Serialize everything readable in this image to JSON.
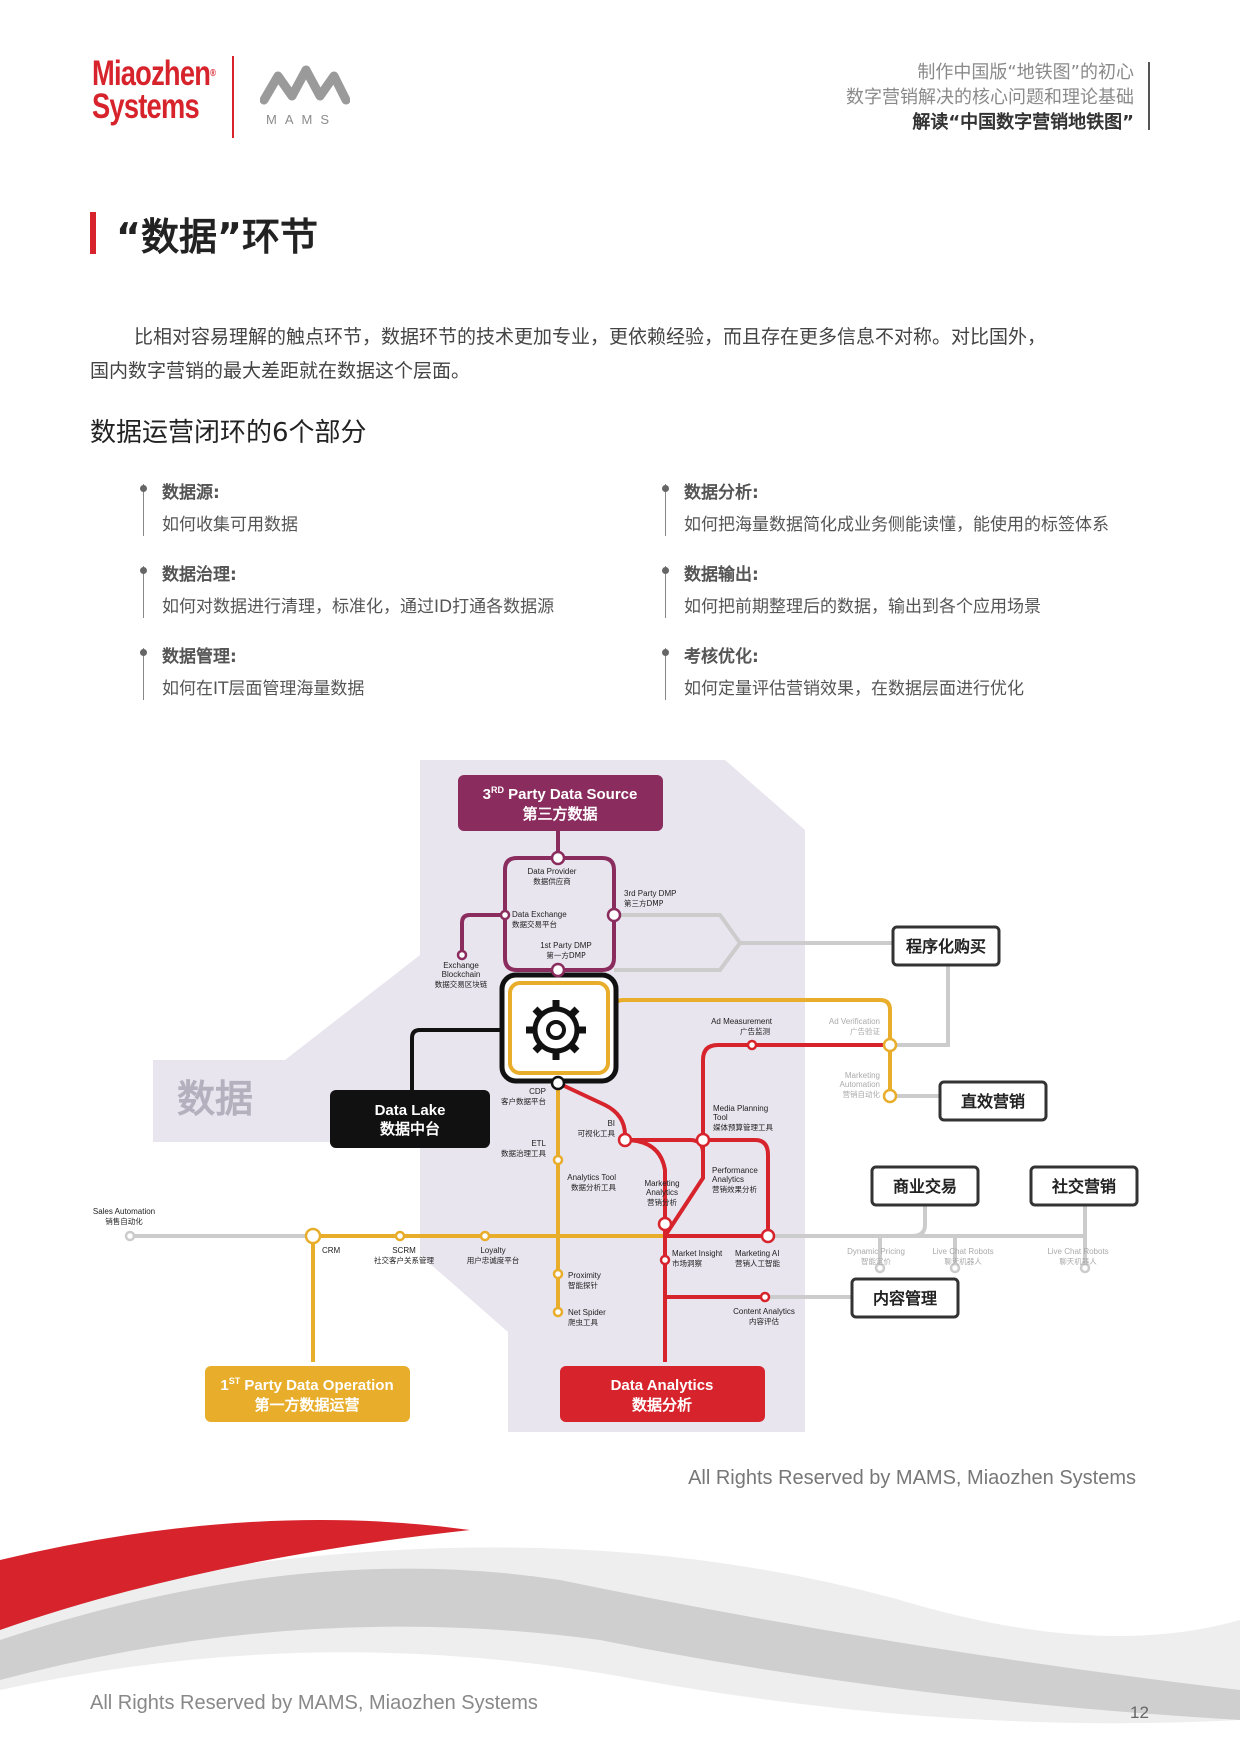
{
  "brand": {
    "logo_line1": "Miaozhen",
    "logo_line2": "Systems",
    "mams": "MAMS",
    "colors": {
      "red": "#d7232c",
      "purple": "#8b2c5f",
      "yellow": "#e8ad2a",
      "grey": "#c8c8c8",
      "lavender": "#e8e5ee"
    }
  },
  "header": {
    "line1": "制作中国版“地铁图”的初心",
    "line2": "数字营销解决的核心问题和理论基础",
    "line3": "解读“中国数字营销地铁图”"
  },
  "section_title": "“数据”环节",
  "intro_line1": "比相对容易理解的触点环节，数据环节的技术更加专业，更依赖经验，而且存在更多信息不对称。对比国外，",
  "intro_line2": "国内数字营销的最大差距就在数据这个层面。",
  "subheading": "数据运营闭环的6个部分",
  "parts": [
    {
      "title": "数据源:",
      "desc": "如何收集可用数据"
    },
    {
      "title": "数据治理:",
      "desc": "如何对数据进行清理，标准化，通过ID打通各数据源"
    },
    {
      "title": "数据管理:",
      "desc": "如何在IT层面管理海量数据"
    },
    {
      "title": "数据分析:",
      "desc": "如何把海量数据简化成业务侧能读懂，能使用的标签体系"
    },
    {
      "title": "数据输出:",
      "desc": "如何把前期整理后的数据，输出到各个应用场景"
    },
    {
      "title": "考核优化:",
      "desc": "如何定量评估营销效果，在数据层面进行优化"
    }
  ],
  "map": {
    "region_label": "数据",
    "third_party": {
      "line1_pre": "3",
      "line1_sup": "RD",
      "line1_post": " Party Data Source",
      "line2": "第三方数据"
    },
    "data_lake": {
      "line1": "Data Lake",
      "line2": "数据中台"
    },
    "first_party": {
      "line1_pre": "1",
      "line1_sup": "ST",
      "line1_post": " Party Data Operation",
      "line2": "第一方数据运营"
    },
    "data_analytics": {
      "line1": "Data Analytics",
      "line2": "数据分析"
    },
    "outputs": {
      "programmatic": "程序化购买",
      "direct": "直效营销",
      "commerce": "商业交易",
      "social": "社交营销",
      "content": "内容管理"
    },
    "stations": {
      "data_provider": [
        "Data Provider",
        "数据供应商"
      ],
      "data_exchange": [
        "Data Exchange",
        "数据交易平台"
      ],
      "third_dmp": [
        "3rd Party DMP",
        "第三方DMP"
      ],
      "first_dmp": [
        "1st Party DMP",
        "第一方DMP"
      ],
      "exchange_blockchain": [
        "Exchange",
        "Blockchain",
        "数据交易区块链"
      ],
      "cdp": [
        "CDP",
        "客户数据平台"
      ],
      "bi": [
        "BI",
        "可视化工具"
      ],
      "etl": [
        "ETL",
        "数据治理工具"
      ],
      "analytics_tool": [
        "Analytics Tool",
        "数据分析工具"
      ],
      "marketing_analytics": [
        "Marketing",
        "Analytics",
        "营销分析"
      ],
      "ad_measurement": [
        "Ad Measurement",
        "广告监测"
      ],
      "ad_verification": [
        "Ad Verification",
        "广告验证"
      ],
      "marketing_automation": [
        "Marketing",
        "Automation",
        "营销自动化"
      ],
      "media_planning": [
        "Media Planning",
        "Tool",
        "媒体预算管理工具"
      ],
      "performance_analytics": [
        "Performance",
        "Analytics",
        "营销效果分析"
      ],
      "sales_automation": [
        "Sales Automation",
        "销售自动化"
      ],
      "crm": [
        "CRM"
      ],
      "scrm": [
        "SCRM",
        "社交客户关系管理"
      ],
      "loyalty": [
        "Loyalty",
        "用户忠诚度平台"
      ],
      "market_insight": [
        "Market Insight",
        "市场洞察"
      ],
      "marketing_ai": [
        "Marketing AI",
        "营销人工智能"
      ],
      "proximity": [
        "Proximity",
        "智能探针"
      ],
      "net_spider": [
        "Net Spider",
        "爬虫工具"
      ],
      "content_analytics": [
        "Content Analytics",
        "内容评估"
      ],
      "dynamic_pricing": [
        "Dynamic Pricing",
        "智能定价"
      ],
      "live_chat_1": [
        "Live Chat Robots",
        "聊天机器人"
      ],
      "live_chat_2": [
        "Live Chat Robots",
        "聊天机器人"
      ]
    }
  },
  "copyright": "All Rights Reserved by MAMS, Miaozhen Systems",
  "footer": "All Rights Reserved by MAMS, Miaozhen Systems",
  "page_number": "12"
}
